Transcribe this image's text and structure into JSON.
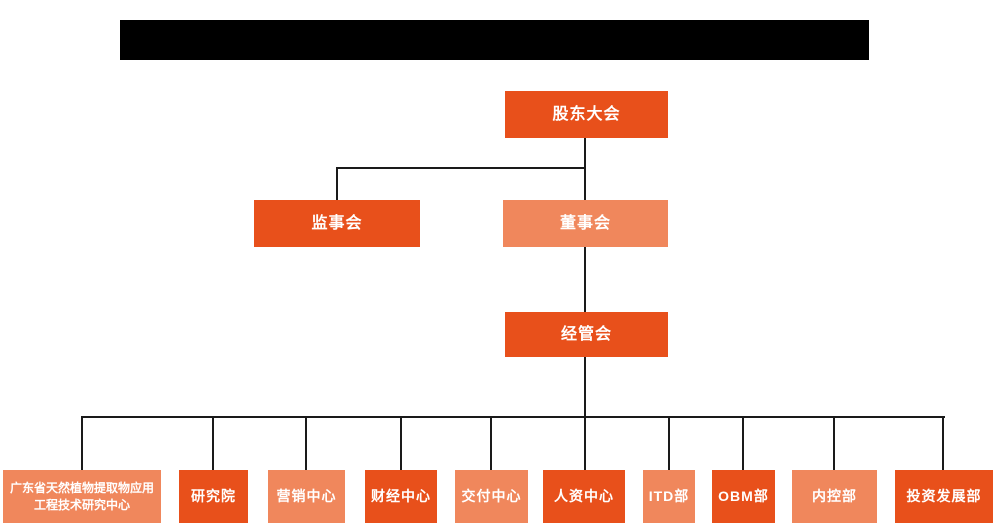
{
  "colors": {
    "primary": "#e8501b",
    "secondary": "#f0875c",
    "line": "#1a1a1a",
    "bar": "#000000",
    "text": "#ffffff"
  },
  "header": {
    "redacted": true
  },
  "org": {
    "level1": {
      "label": "股东大会"
    },
    "level2": [
      {
        "label": "监事会"
      },
      {
        "label": "董事会"
      }
    ],
    "level3": {
      "label": "经管会"
    },
    "departments": [
      {
        "label": "广东省天然植物提取物应用工程技术研究中心"
      },
      {
        "label": "研究院"
      },
      {
        "label": "营销中心"
      },
      {
        "label": "财经中心"
      },
      {
        "label": "交付中心"
      },
      {
        "label": "人资中心"
      },
      {
        "label": "ITD部"
      },
      {
        "label": "OBM部"
      },
      {
        "label": "内控部"
      },
      {
        "label": "投资发展部"
      }
    ]
  }
}
